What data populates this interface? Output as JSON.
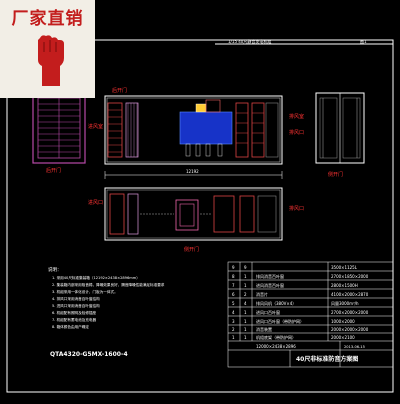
{
  "badge": {
    "text": "厂家直销"
  },
  "sheet": {
    "header_left": "1/15  40尺静音发电机组",
    "header_right": "图1"
  },
  "labels": {
    "rear_door": "后开门",
    "air_inlet_room": "进风室",
    "exhaust_room": "排风室",
    "air_inlet": "进风口",
    "exhaust_outlet": "排风口",
    "top_left_door": "后开门",
    "side_door": "侧开门",
    "length_dim": "12192",
    "bottom_label": "侧开门"
  },
  "notes": {
    "title": "说明：",
    "lines": [
      "1. 采用40尺标准集装箱（12192×2438×2896mm）",
      "2. 集装箱内部采用吸音棉，降噪效果良好，隔音降噪性能满足标准要求",
      "3. 机组采用一体化设计，门板为一体式。",
      "4. 排风口采用消音百叶窗结构",
      "5. 进风口采用消音百叶窗结构",
      "6. 机组配有照明及检修插座",
      "7. 机组配有蓄电池及充电器",
      "8. 箱体颜色由用户确定"
    ],
    "model": "QTA4320-G5MX-1600-4"
  },
  "bom": {
    "rows": [
      {
        "no": "9",
        "code": "9",
        "name": "",
        "spec": "3500×1125L"
      },
      {
        "no": "8",
        "code": "1",
        "name": "排风消音百叶窗",
        "spec": "2700×1850×2000"
      },
      {
        "no": "7",
        "code": "1",
        "name": "进风消音百叶窗",
        "spec": "2800×1500H"
      },
      {
        "no": "6",
        "code": "2",
        "name": "消音片",
        "spec": "4100×2000×2870"
      },
      {
        "no": "5",
        "code": "4",
        "name": "排风风机（380V×4）",
        "spec": "风量3000m³/h"
      },
      {
        "no": "4",
        "code": "1",
        "name": "进风口百叶窗",
        "spec": "2700×2000×2000"
      },
      {
        "no": "3",
        "code": "1",
        "name": "进风口百叶窗（带防护网）",
        "spec": "1000×2000"
      },
      {
        "no": "2",
        "code": "1",
        "name": "消音装置",
        "spec": "2000×2000×2000"
      },
      {
        "no": "1",
        "code": "1",
        "name": "机组底架（带防护网）",
        "spec": "2000×2100"
      }
    ],
    "footer": "12000×2438×2896",
    "title": "40尺非标准防音方案图",
    "date": "2013-06-15"
  }
}
